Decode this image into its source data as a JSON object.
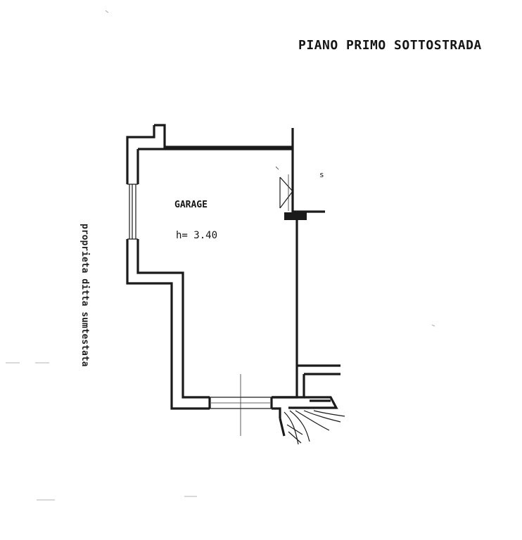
{
  "title": "PIANO PRIMO SOTTOSTRADA",
  "room": {
    "name": "GARAGE",
    "height_label": "h= 3.40"
  },
  "side_label": "proprieta ditta sumtestata",
  "small_mark": "s",
  "colors": {
    "ink": "#1a1a1a",
    "paper": "#ffffff"
  }
}
